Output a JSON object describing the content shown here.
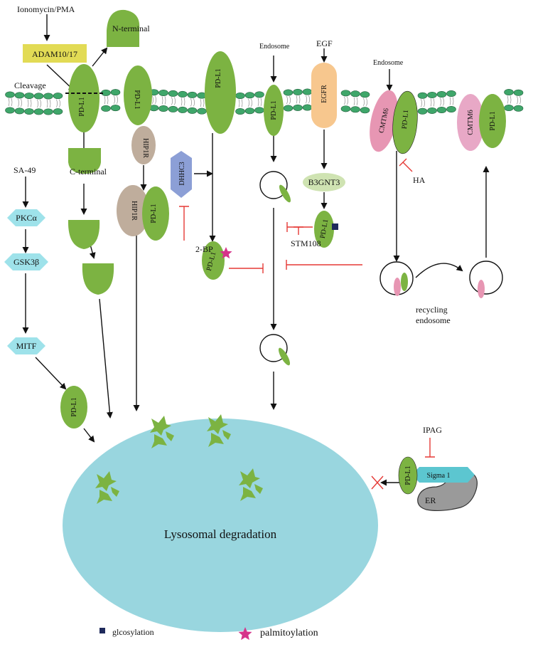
{
  "colors": {
    "pd_l1_green": "#7cb342",
    "membrane_green": "#3fa66a",
    "lysosome": "#99d6df",
    "adam_yellow": "#e2db55",
    "egfr_orange": "#f7c78e",
    "hip1r_tan": "#bfad9c",
    "dhhc3_purple": "#8c9fd6",
    "b3gnt3_green": "#cfe3b2",
    "cyan_hex": "#9ee2ea",
    "sigma_cyan": "#5cc6d0",
    "cmtm6_pink": "#e796b3",
    "er_gray": "#9a9a9a",
    "inhibit_red": "#e53935",
    "glyco_navy": "#1f2a5c",
    "palm_magenta": "#d6338a"
  },
  "labels": {
    "ionomycin": "Ionomycin/PMA",
    "adam": "ADAM10/17",
    "cleavage": "Cleavage",
    "n_terminal": "N-terminal",
    "c_terminal": "C-terminal",
    "pd_l1": "PD-L1",
    "hip1r": "HIP1R",
    "dhhc3": "DHHC3",
    "two_bp": "2-BP",
    "endosome": "Endosome",
    "egf": "EGF",
    "egfr": "EGFR",
    "b3gnt3": "B3GNT3",
    "stm108": "STM108",
    "cmtm6": "CMTM6",
    "ha": "HA",
    "recycling_endosome": "recycling\nendosome",
    "sa49": "SA-49",
    "pkca": "PKCα",
    "gsk3b": "GSK3β",
    "mitf": "MITF",
    "ipag": "IPAG",
    "sigma1": "Sigma 1",
    "er": "ER",
    "lysosomal_degradation": "Lysosomal degradation",
    "legend_glycosylation": "glcosylation",
    "legend_palmitoylation": "palmitoylation"
  },
  "icons": [
    "glycosylation-square-icon",
    "palmitoylation-star-icon"
  ]
}
